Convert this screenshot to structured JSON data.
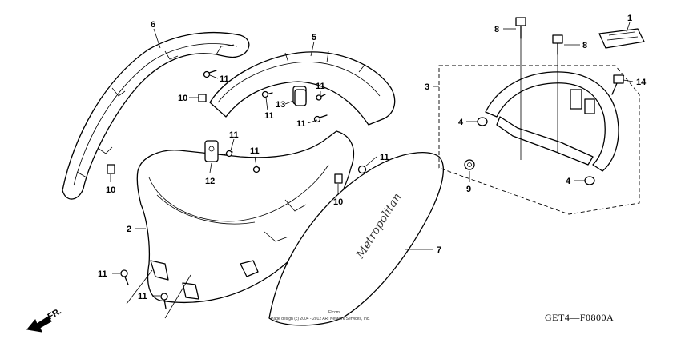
{
  "diagram": {
    "callouts": {
      "c1": "1",
      "c2": "2",
      "c3": "3",
      "c4a": "4",
      "c4b": "4",
      "c5": "5",
      "c6": "6",
      "c7": "7",
      "c8a": "8",
      "c8b": "8",
      "c9": "9",
      "c10a": "10",
      "c10b": "10",
      "c10c": "10",
      "c11a": "11",
      "c11b": "11",
      "c11c": "11",
      "c11d": "11",
      "c11e": "11",
      "c11f": "11",
      "c11g": "11",
      "c11h": "11",
      "c11i": "11",
      "c12": "12",
      "c13": "13",
      "c14": "14"
    },
    "direction_label": "FR.",
    "figure_code": "GET4—F0800A",
    "copyright_top": "Elcom",
    "copyright": "Page design (c) 2004 - 2012 ARI Network Services, Inc.",
    "body_script": "Metropolitan"
  }
}
